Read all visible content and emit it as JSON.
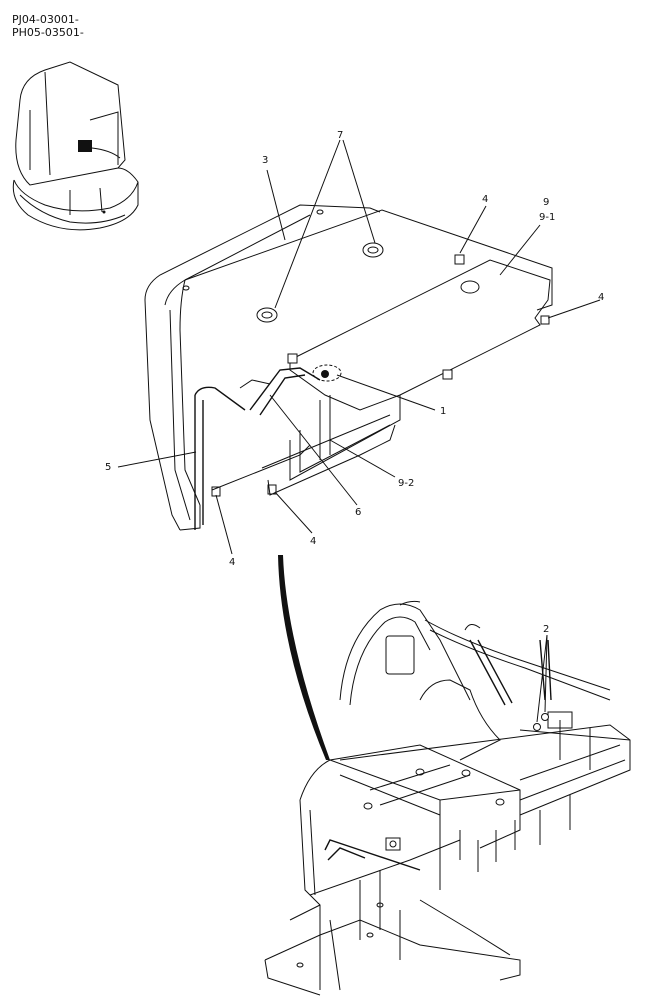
{
  "serial_ranges": [
    "PJ04-03001-",
    "PH05-03501-"
  ],
  "callouts": {
    "c7": "7",
    "c3": "3",
    "c4a": "4",
    "c9": "9",
    "c9_1": "9-1",
    "c4b": "4",
    "c1": "1",
    "c5": "5",
    "c9_2": "9-2",
    "c6": "6",
    "c4c": "4",
    "c4d": "4",
    "c2": "2"
  }
}
